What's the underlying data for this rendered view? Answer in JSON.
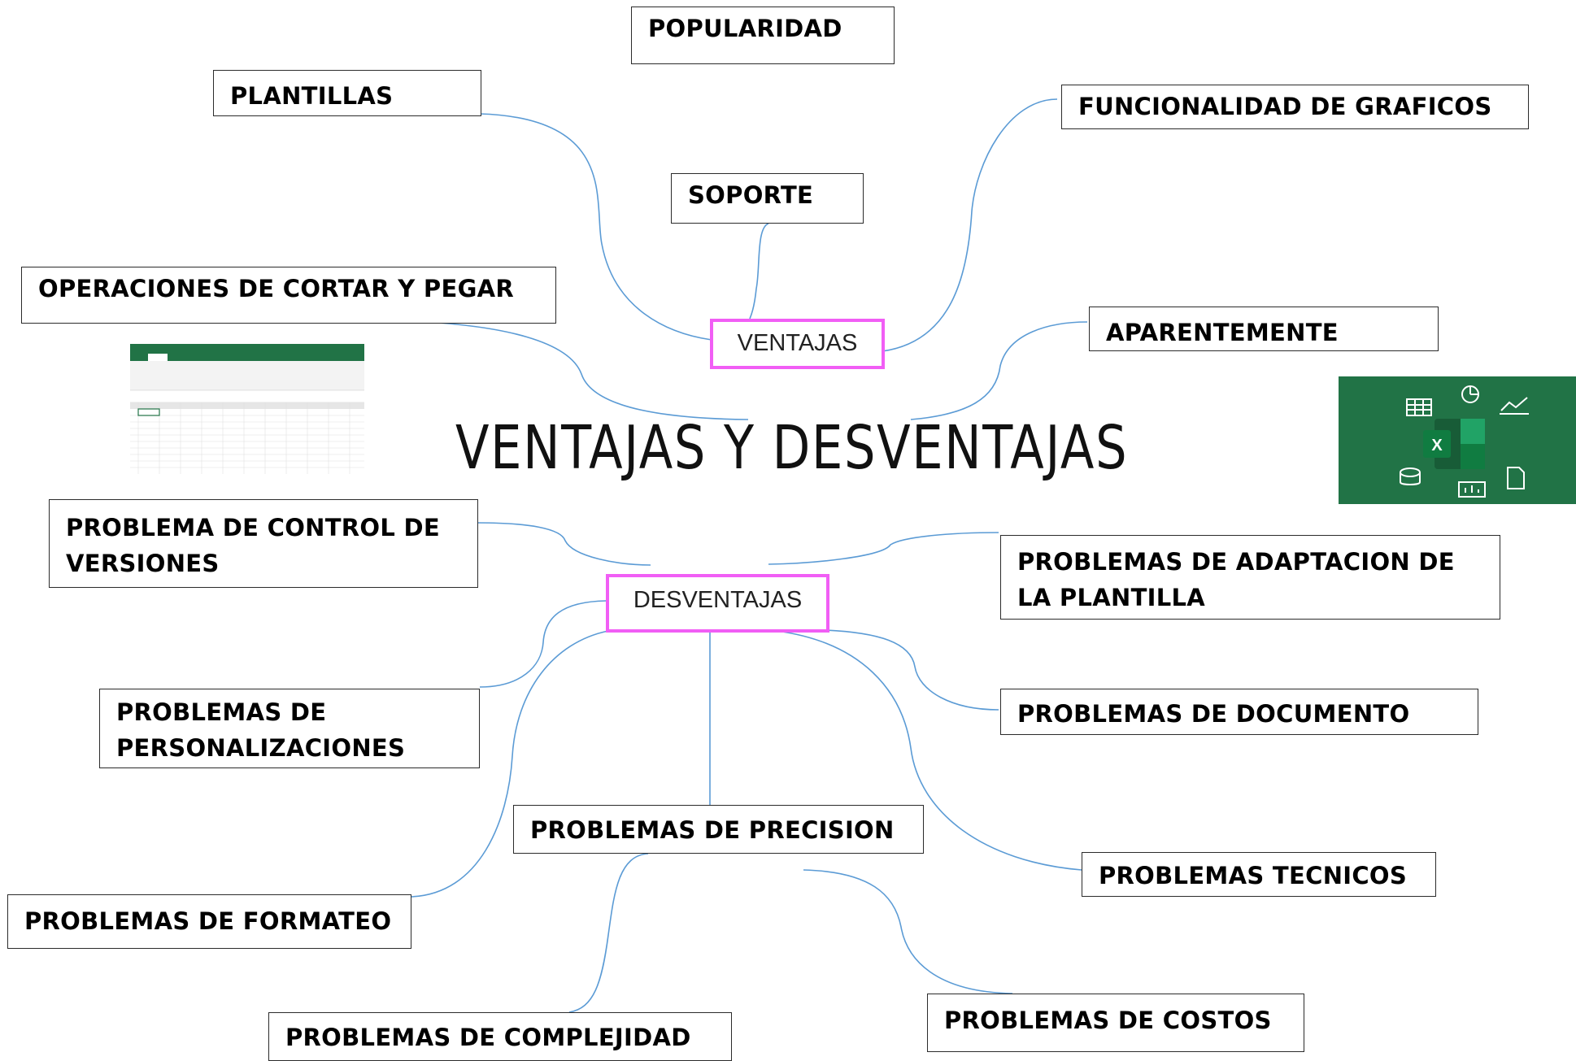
{
  "title": "VENTAJAS Y DESVENTAJAS",
  "hubs": {
    "ventajas": "VENTAJAS",
    "desventajas": "DESVENTAJAS"
  },
  "ventajas_items": {
    "popularidad": "POPULARIDAD",
    "plantillas": "PLANTILLAS",
    "soporte": "SOPORTE",
    "funcionalidad": "FUNCIONALIDAD DE GRAFICOS",
    "operaciones": "OPERACIONES DE CORTAR Y PEGAR",
    "aparentemente": "APARENTEMENTE"
  },
  "desventajas_items": {
    "control_versiones": [
      "PROBLEMA DE CONTROL DE",
      "VERSIONES"
    ],
    "adaptacion": [
      "PROBLEMAS DE ADAPTACION DE",
      "LA PLANTILLA"
    ],
    "personalizaciones": [
      "PROBLEMAS DE",
      "PERSONALIZACIONES"
    ],
    "documento": "PROBLEMAS DE DOCUMENTO",
    "precision": "PROBLEMAS DE PRECISION",
    "tecnicos": "PROBLEMAS TECNICOS",
    "formateo": "PROBLEMAS DE FORMATEO",
    "costos": "PROBLEMAS DE COSTOS",
    "complejidad": "PROBLEMAS DE COMPLEJIDAD"
  },
  "colors": {
    "connector": "#5b9bd5",
    "hub_border": "#f15ef5",
    "excel_green": "#217346"
  },
  "images": {
    "spreadsheet": "excel-spreadsheet-screenshot",
    "logo": "excel-logo"
  }
}
